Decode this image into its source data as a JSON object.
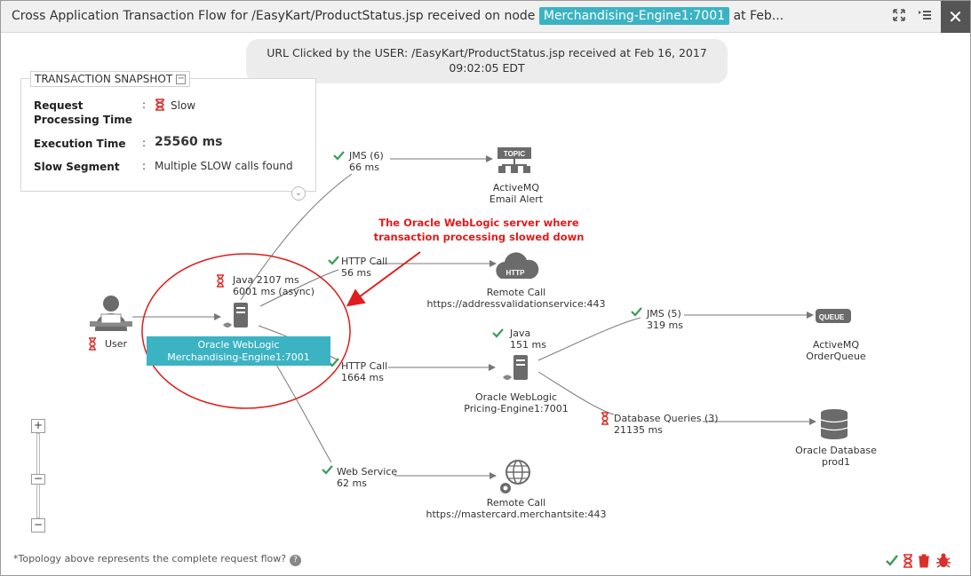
{
  "window": {
    "title_prefix": "Cross Application Transaction Flow for /EasyKart/ProductStatus.jsp received on node ",
    "node_badge": "Merchandising-Engine1:7001",
    "title_suffix": " at Feb...",
    "close_label": "✕"
  },
  "url_bubble": {
    "line1": "URL Clicked by the USER: /EasyKart/ProductStatus.jsp received at Feb 16, 2017",
    "line2": "09:02:05 EDT"
  },
  "snapshot": {
    "title": "TRANSACTION SNAPSHOT",
    "rows": [
      {
        "label": "Request Processing Time",
        "value": "Slow"
      },
      {
        "label": "Execution Time",
        "value": "25560 ms"
      },
      {
        "label": "Slow Segment",
        "value": "Multiple SLOW calls found"
      }
    ]
  },
  "annotation": {
    "line1": "The Oracle WebLogic server where",
    "line2": "transaction processing slowed down"
  },
  "nodes": {
    "user": {
      "label": "User"
    },
    "weblogic_main": {
      "line1": "Oracle WebLogic",
      "line2": "Merchandising-Engine1:7001",
      "call_line1": "Java 2107 ms",
      "call_line2": "6001 ms (async)"
    },
    "activemq_alert": {
      "line1": "ActiveMQ",
      "line2": "Email Alert",
      "icon_text": "TOPIC"
    },
    "remote_http": {
      "line1": "Remote Call",
      "line2": "https://addressvalidationservice:443",
      "icon_text": "HTTP"
    },
    "weblogic_pricing": {
      "line1": "Oracle WebLogic",
      "line2": "Pricing-Engine1:7001"
    },
    "activemq_queue": {
      "line1": "ActiveMQ",
      "line2": "OrderQueue",
      "icon_text": "QUEUE"
    },
    "oracle_db": {
      "line1": "Oracle Database",
      "line2": "prod1"
    },
    "remote_web": {
      "line1": "Remote Call",
      "line2": "https://mastercard.merchantsite:443"
    }
  },
  "edges": {
    "jms6": {
      "name": "JMS (6)",
      "time": "66 ms"
    },
    "http_call_56": {
      "name": "HTTP Call",
      "time": "56 ms"
    },
    "http_call_1664": {
      "name": "HTTP Call",
      "time": "1664 ms"
    },
    "web_service": {
      "name": "Web Service",
      "time": "62 ms"
    },
    "java151": {
      "name": "Java",
      "time": "151 ms"
    },
    "jms5": {
      "name": "JMS (5)",
      "time": "319 ms"
    },
    "db_queries": {
      "name": "Database Queries (3)",
      "time": "21135 ms"
    }
  },
  "footer": {
    "note": "*Topology above represents the complete request flow?"
  },
  "zoom": {
    "plus": "+",
    "minus": "−",
    "mid": "−"
  },
  "colors": {
    "accent": "#3bb3c3",
    "annotation_red": "#e01c1c",
    "ok_green": "#3a9a5b",
    "slow_red": "#d9302c",
    "icon_gray": "#707070"
  }
}
